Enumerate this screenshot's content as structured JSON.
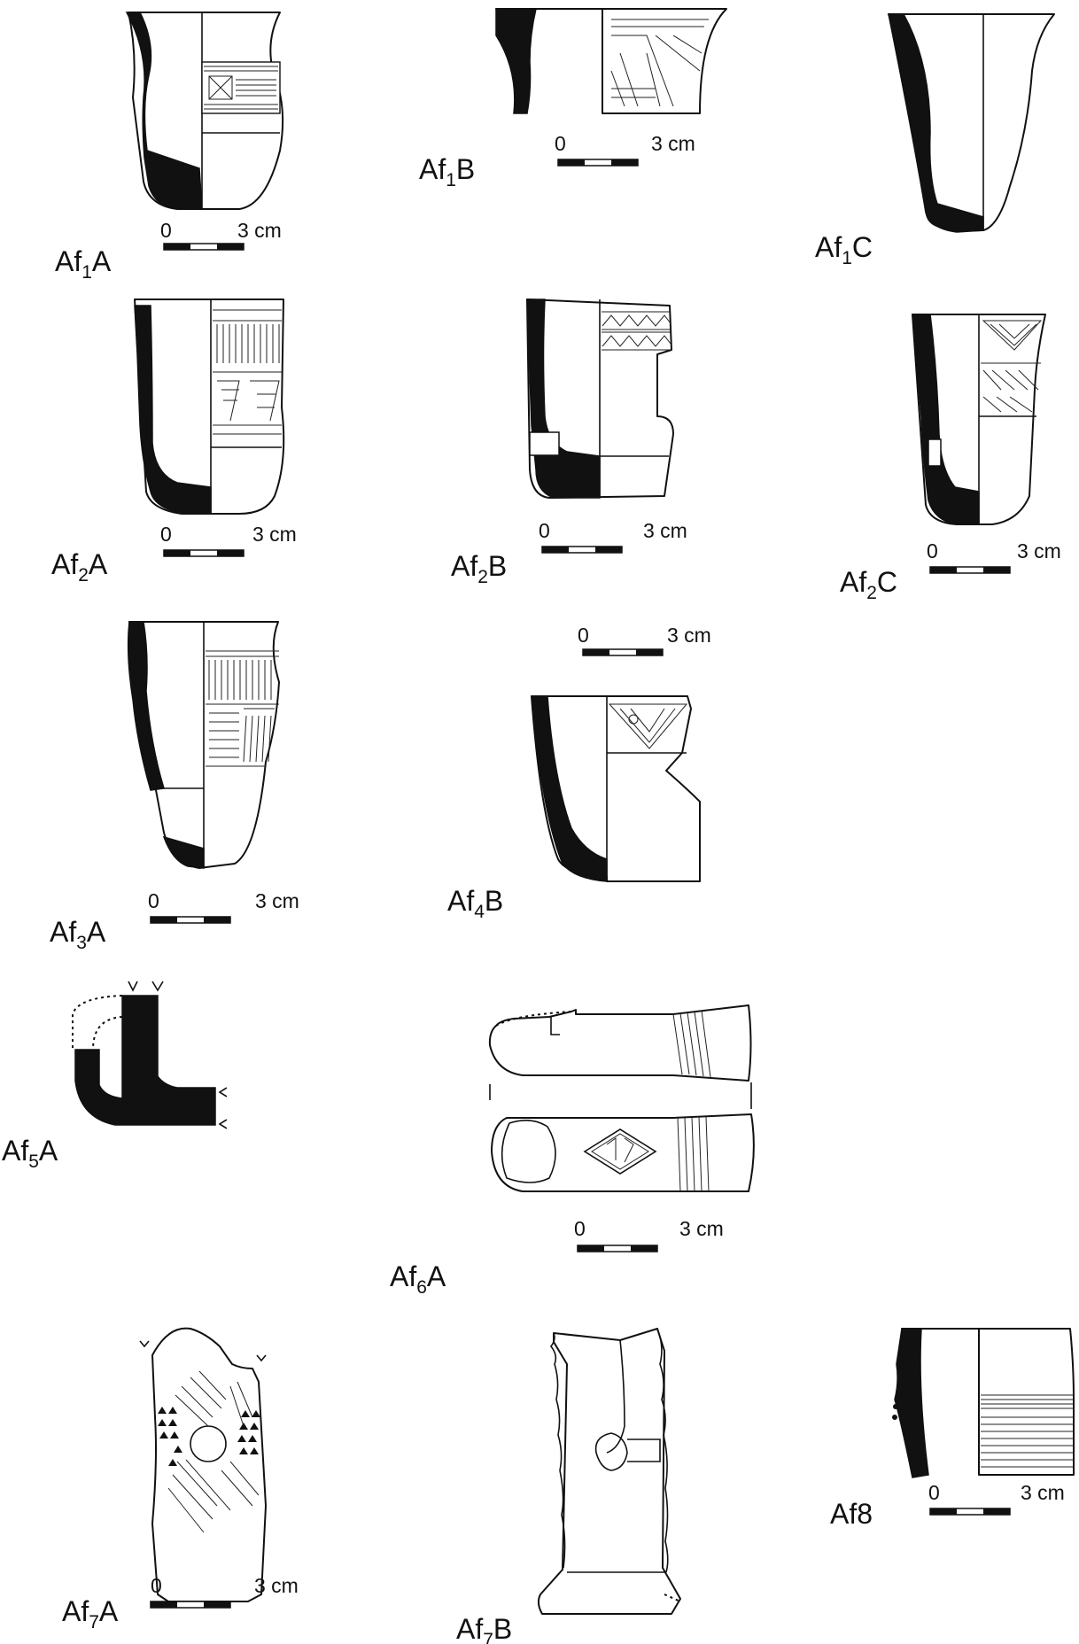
{
  "vessels": [
    {
      "id": "af1a",
      "code": "Af",
      "sub": "1",
      "suffix": "A"
    },
    {
      "id": "af1b",
      "code": "Af",
      "sub": "1",
      "suffix": "B"
    },
    {
      "id": "af1c",
      "code": "Af",
      "sub": "1",
      "suffix": "C"
    },
    {
      "id": "af2a",
      "code": "Af",
      "sub": "2",
      "suffix": "A"
    },
    {
      "id": "af2b",
      "code": "Af",
      "sub": "2",
      "suffix": "B"
    },
    {
      "id": "af2c",
      "code": "Af",
      "sub": "2",
      "suffix": "C"
    },
    {
      "id": "af3a",
      "code": "Af",
      "sub": "3",
      "suffix": "A"
    },
    {
      "id": "af4b",
      "code": "Af",
      "sub": "4",
      "suffix": "B"
    },
    {
      "id": "af5a",
      "code": "Af",
      "sub": "5",
      "suffix": "A"
    },
    {
      "id": "af6a",
      "code": "Af",
      "sub": "6",
      "suffix": "A"
    },
    {
      "id": "af7a",
      "code": "Af",
      "sub": "7",
      "suffix": "A"
    },
    {
      "id": "af7b",
      "code": "Af",
      "sub": "7",
      "suffix": "B"
    },
    {
      "id": "af8",
      "code": "Af8",
      "sub": "",
      "suffix": ""
    }
  ],
  "scale": {
    "zero": "0",
    "end": "3 cm"
  }
}
